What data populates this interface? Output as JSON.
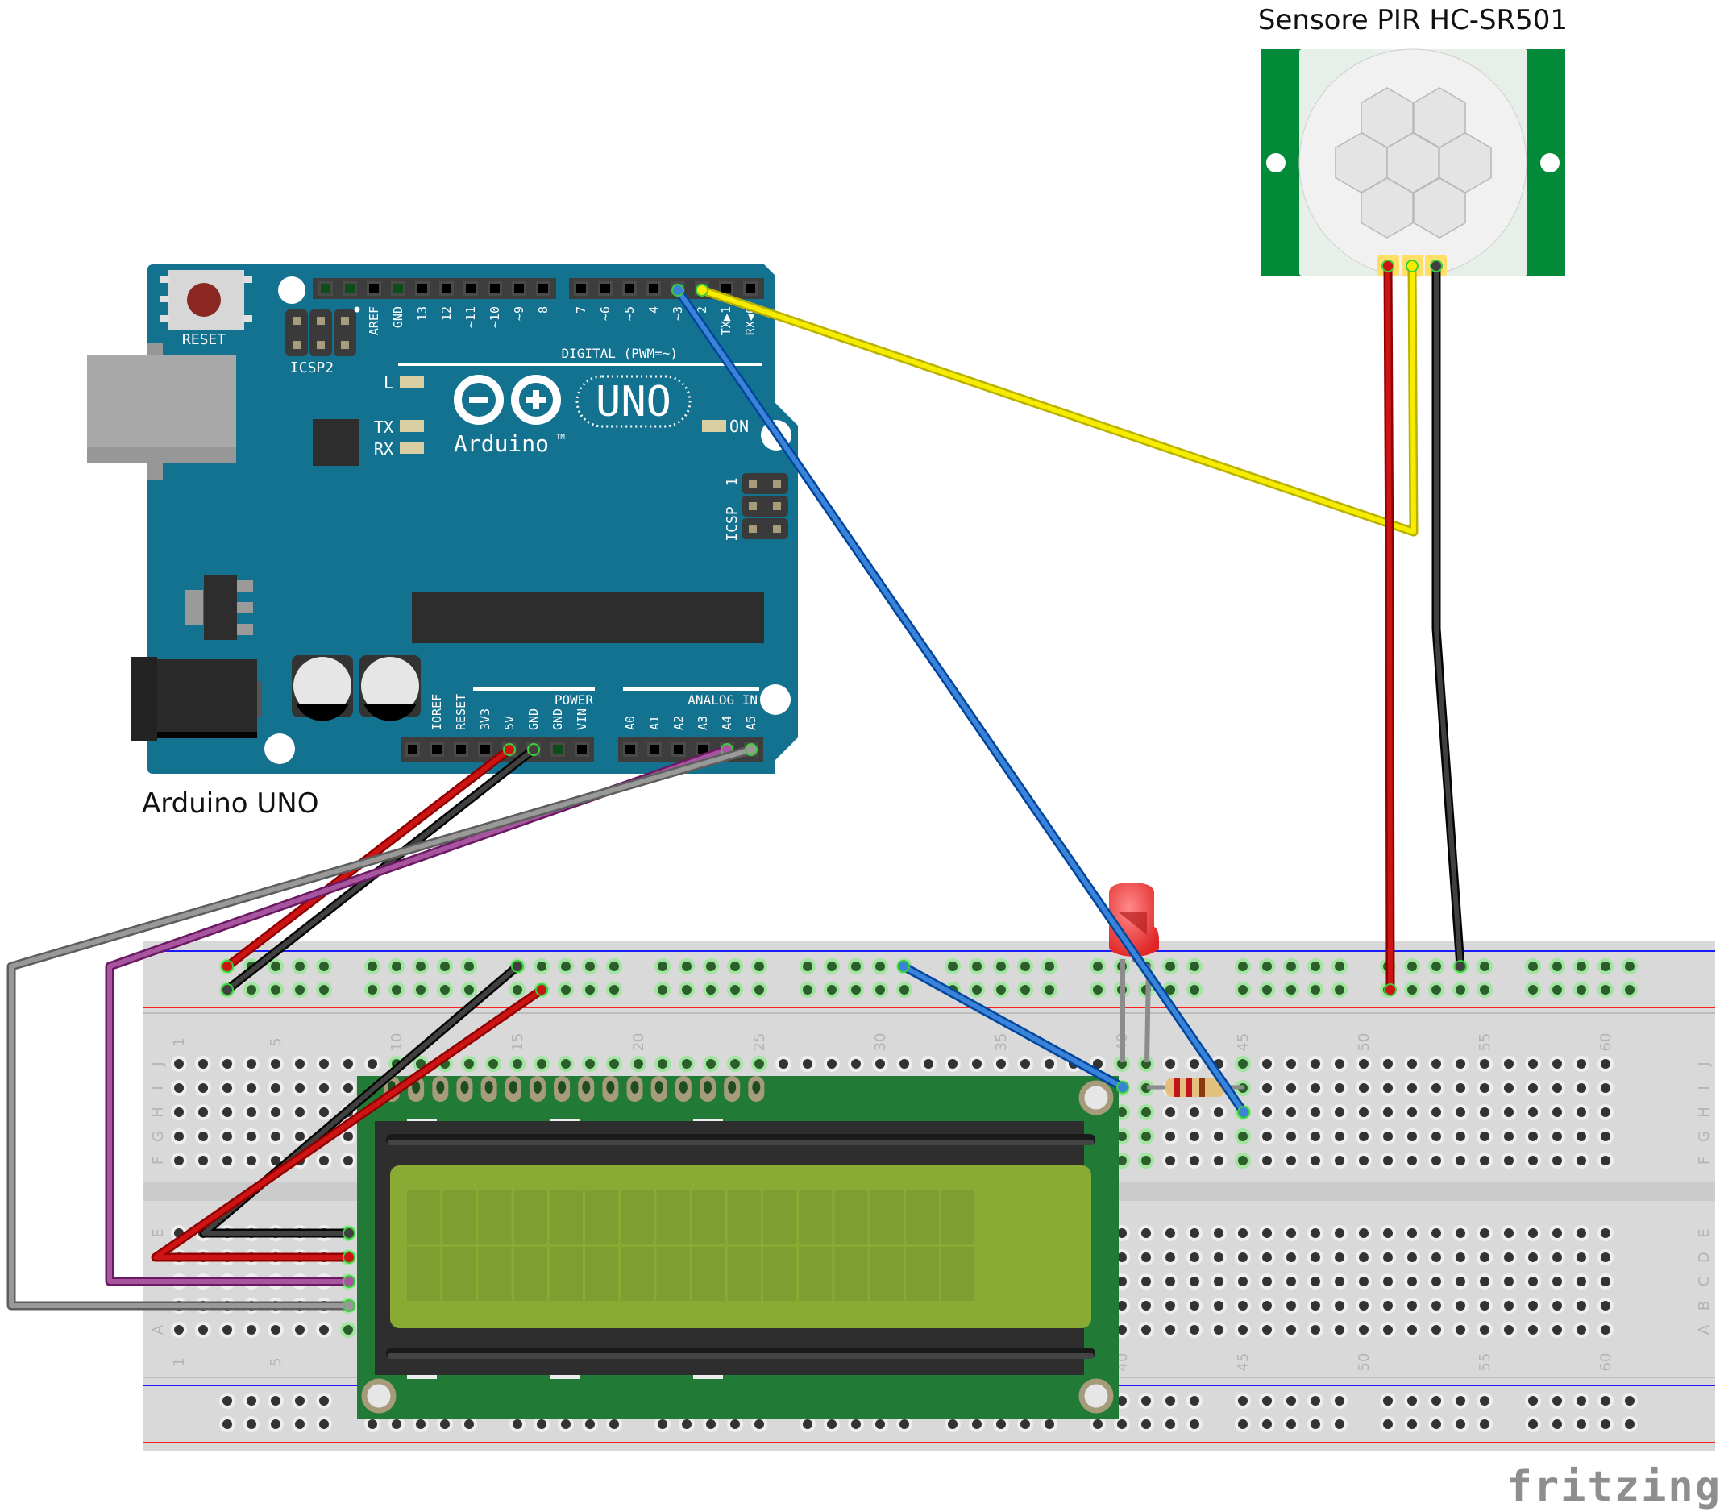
{
  "diagram": {
    "tool_brand": "fritzing",
    "components": {
      "arduino": {
        "caption": "Arduino UNO",
        "reset_label": "RESET",
        "icsp2_label": "ICSP2",
        "icsp_label": "ICSP",
        "icsp_pin1": "1",
        "logo_text": "Arduino",
        "tm": "TM",
        "model_text": "UNO",
        "digital_label": "DIGITAL (PWM=~)",
        "power_label": "POWER",
        "analog_label": "ANALOG IN",
        "led_labels": {
          "l": "L",
          "tx": "TX",
          "rx": "RX",
          "on": "ON"
        },
        "top_header_left": [
          "",
          "",
          "AREF",
          "GND",
          "13",
          "12",
          "~11",
          "~10",
          "~9",
          "8"
        ],
        "top_header_right": [
          "7",
          "~6",
          "~5",
          "4",
          "~3",
          "2",
          "TX▶1",
          "RX◀0"
        ],
        "power_header": [
          "IOREF",
          "RESET",
          "3V3",
          "5V",
          "GND",
          "GND",
          "VIN"
        ],
        "analog_header": [
          "A0",
          "A1",
          "A2",
          "A3",
          "A4",
          "A5"
        ]
      },
      "pir_sensor": {
        "caption": "Sensore PIR HC-SR501"
      },
      "lcd": {
        "name": "16x2 LCD",
        "columns": 16,
        "rows": 2,
        "pin_count": 16
      },
      "led": {
        "color": "#e53935"
      },
      "resistor": {
        "bands": [
          "#c0161b",
          "#c0161b",
          "#8b3a10"
        ]
      },
      "breadboard": {
        "column_labels_top": [
          "1",
          "5",
          "10",
          "15",
          "20",
          "25",
          "30",
          "35",
          "40",
          "45",
          "50",
          "55",
          "60"
        ],
        "row_labels_top": [
          "J",
          "I",
          "H",
          "G",
          "F"
        ],
        "row_labels_bottom": [
          "E",
          "D",
          "C",
          "B",
          "A"
        ]
      }
    },
    "wires": [
      {
        "name": "pir-signal-to-d2",
        "color": "#f5ec00"
      },
      {
        "name": "pir-vcc-to-rail",
        "color": "#cc1414"
      },
      {
        "name": "pir-gnd-to-rail",
        "color": "#404040"
      },
      {
        "name": "d3-to-led",
        "color": "#3b82d9"
      },
      {
        "name": "led-rail-gnd",
        "color": "#3b82d9"
      },
      {
        "name": "5v-to-rail",
        "color": "#cc1414"
      },
      {
        "name": "gnd-to-rail",
        "color": "#404040"
      },
      {
        "name": "a4-sda",
        "color": "#a855a0"
      },
      {
        "name": "a5-scl",
        "color": "#999999"
      },
      {
        "name": "rail-to-lcd-gnd",
        "color": "#404040"
      },
      {
        "name": "rail-to-lcd-vcc",
        "color": "#cc1414"
      }
    ]
  }
}
